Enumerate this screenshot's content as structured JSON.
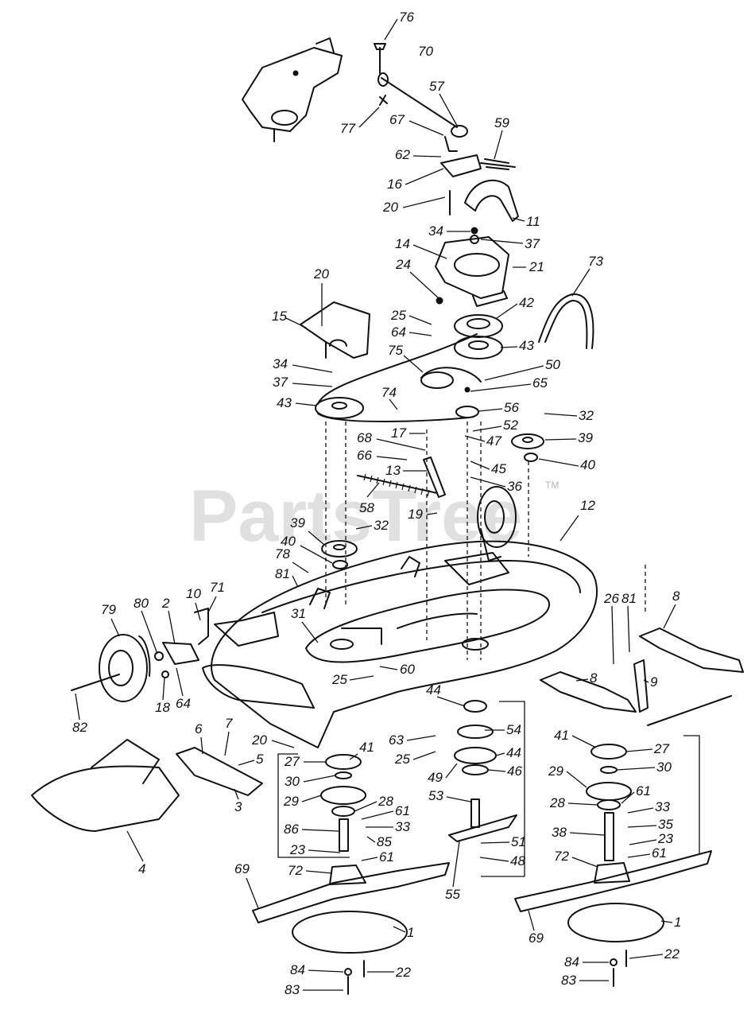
{
  "watermark": {
    "text": "PartsTree",
    "trademark": "TM"
  },
  "callouts": {
    "c1a": "1",
    "c1b": "1",
    "c2": "2",
    "c3": "3",
    "c4": "4",
    "c5": "5",
    "c6": "6",
    "c7": "7",
    "c8a": "8",
    "c8b": "8",
    "c9": "9",
    "c10": "10",
    "c11": "11",
    "c12": "12",
    "c13": "13",
    "c14": "14",
    "c15": "15",
    "c16": "16",
    "c17": "17",
    "c18": "18",
    "c19": "19",
    "c20a": "20",
    "c20b": "20",
    "c20c": "20",
    "c21": "21",
    "c22a": "22",
    "c22b": "22",
    "c23a": "23",
    "c23b": "23",
    "c24": "24",
    "c25a": "25",
    "c25b": "25",
    "c25c": "25",
    "c26": "26",
    "c27a": "27",
    "c27b": "27",
    "c28a": "28",
    "c28b": "28",
    "c29a": "29",
    "c29b": "29",
    "c30a": "30",
    "c30b": "30",
    "c31": "31",
    "c32a": "32",
    "c32b": "32",
    "c33a": "33",
    "c33b": "33",
    "c34a": "34",
    "c34b": "34",
    "c35": "35",
    "c36": "36",
    "c37a": "37",
    "c37b": "37",
    "c38": "38",
    "c39a": "39",
    "c39b": "39",
    "c40a": "40",
    "c40b": "40",
    "c41a": "41",
    "c41b": "41",
    "c42": "42",
    "c43a": "43",
    "c43b": "43",
    "c44a": "44",
    "c44b": "44",
    "c45": "45",
    "c46": "46",
    "c47": "47",
    "c48": "48",
    "c49": "49",
    "c50": "50",
    "c51": "51",
    "c52": "52",
    "c53": "53",
    "c54": "54",
    "c55": "55",
    "c56": "56",
    "c57": "57",
    "c58": "58",
    "c59": "59",
    "c60": "60",
    "c61a": "61",
    "c61b": "61",
    "c61c": "61",
    "c61d": "61",
    "c62": "62",
    "c63": "63",
    "c64": "64",
    "c64b": "64",
    "c65": "65",
    "c66": "66",
    "c67": "67",
    "c68": "68",
    "c69a": "69",
    "c69b": "69",
    "c70": "70",
    "c71": "71",
    "c72a": "72",
    "c72b": "72",
    "c73": "73",
    "c74": "74",
    "c75": "75",
    "c76": "76",
    "c77": "77",
    "c78": "78",
    "c79": "79",
    "c80": "80",
    "c81a": "81",
    "c81b": "81",
    "c82": "82",
    "c83a": "83",
    "c83b": "83",
    "c84a": "84",
    "c84b": "84",
    "c85": "85",
    "c86": "86"
  }
}
